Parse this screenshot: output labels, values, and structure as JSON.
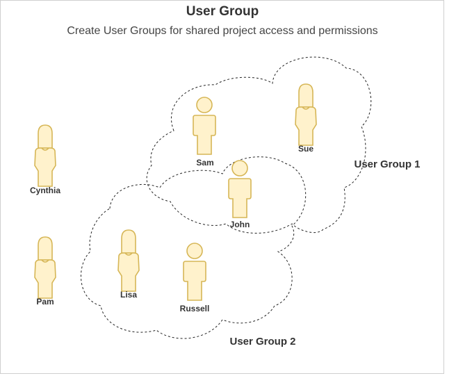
{
  "diagram": {
    "title": "User Group",
    "subtitle": "Create User Groups for shared project access and permissions",
    "groups": [
      "User Group 1",
      "User Group 2"
    ],
    "people": [
      "Sam",
      "Sue",
      "John",
      "Cynthia",
      "Pam",
      "Lisa",
      "Russell"
    ],
    "colors": {
      "person_fill": "#fff2cc",
      "person_stroke": "#d6b656",
      "text": "#333333",
      "cloud_stroke": "#222222"
    }
  }
}
